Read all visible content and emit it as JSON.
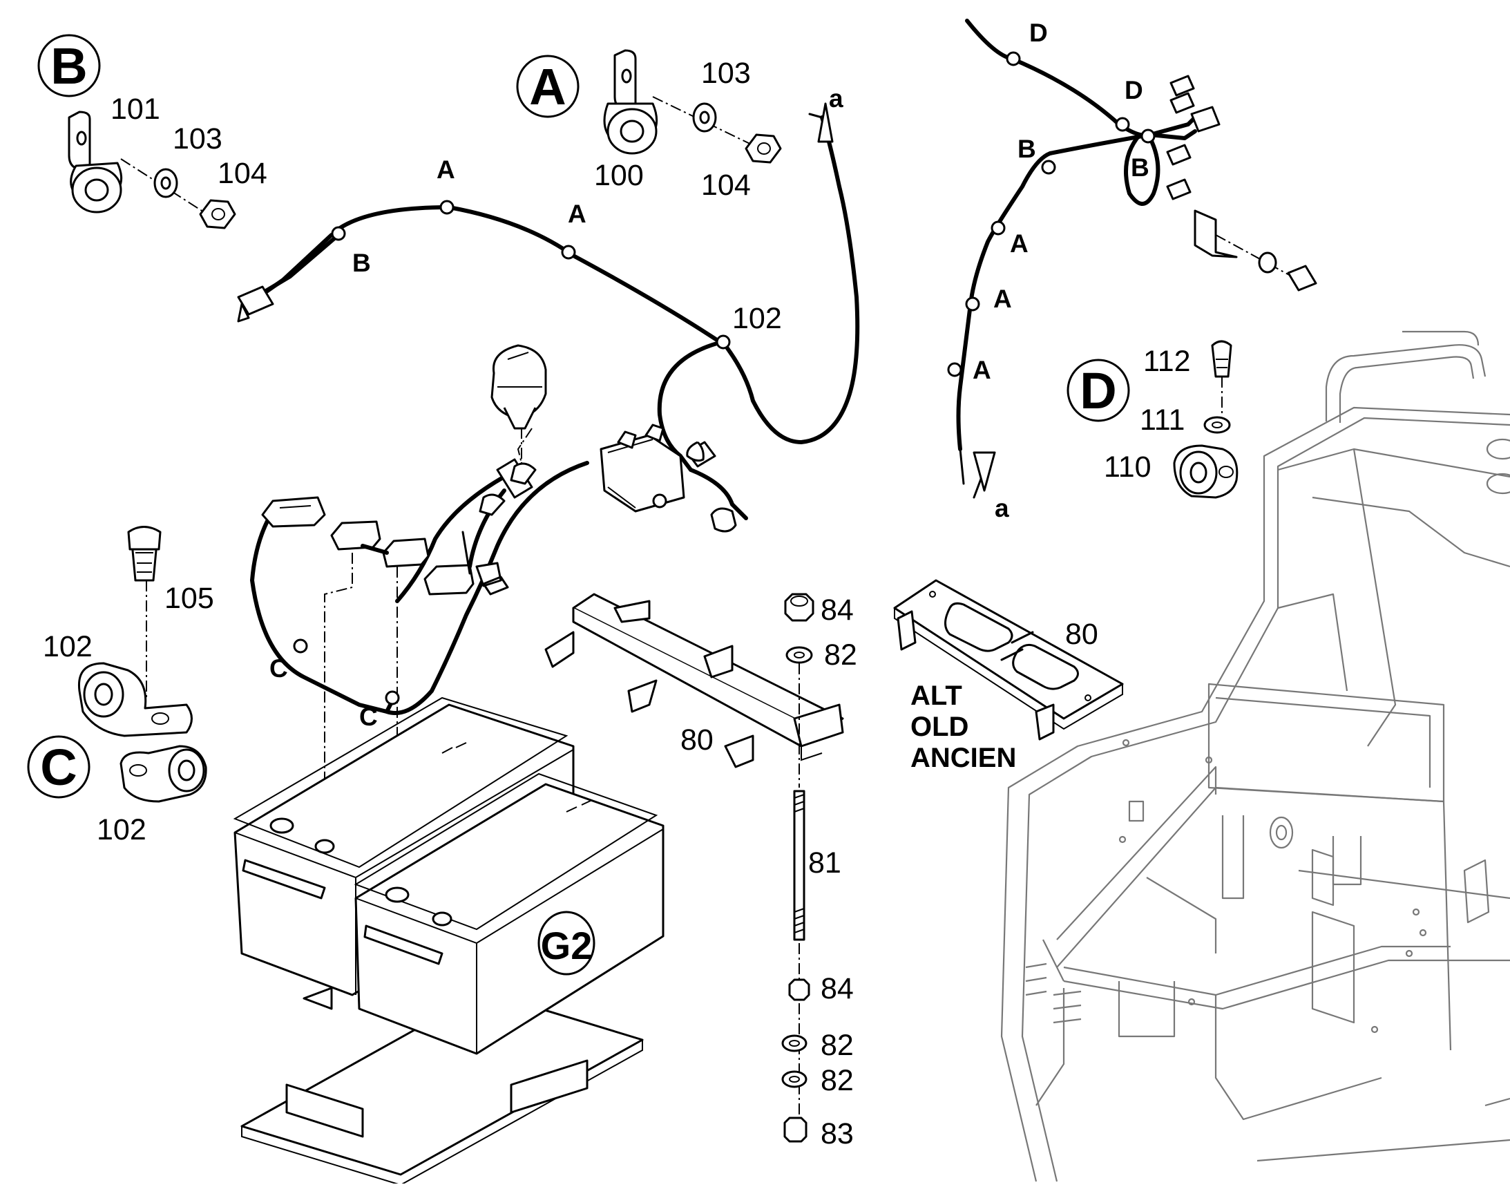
{
  "callouts": {
    "detail_A": "A",
    "detail_B": "B",
    "detail_C": "C",
    "detail_D": "D",
    "battery": "G2"
  },
  "part_numbers": {
    "p80_frame": "80",
    "p80_old": "80",
    "p81": "81",
    "p82_top": "82",
    "p82_mid": "82",
    "p82_bottom": "82",
    "p83": "83",
    "p84_top": "84",
    "p84_bottom": "84",
    "p100": "100",
    "p101": "101",
    "p102_harness": "102",
    "p102_c_top": "102",
    "p102_c_bottom": "102",
    "p103_a": "103",
    "p103_b": "103",
    "p104_a": "104",
    "p104_b": "104",
    "p105": "105",
    "p110": "110",
    "p111": "111",
    "p112": "112"
  },
  "clip_markers": {
    "left_B": "B",
    "left_A1": "A",
    "left_A2": "A",
    "left_C1": "C",
    "left_C2": "C",
    "right_D1": "D",
    "right_D2": "D",
    "right_B1": "B",
    "right_B2": "B",
    "right_A1": "A",
    "right_A2": "A",
    "right_A3": "A",
    "arrow_a_left": "a",
    "arrow_a_right": "a"
  },
  "old_version_note": [
    "ALT",
    "OLD",
    "ANCIEN"
  ]
}
